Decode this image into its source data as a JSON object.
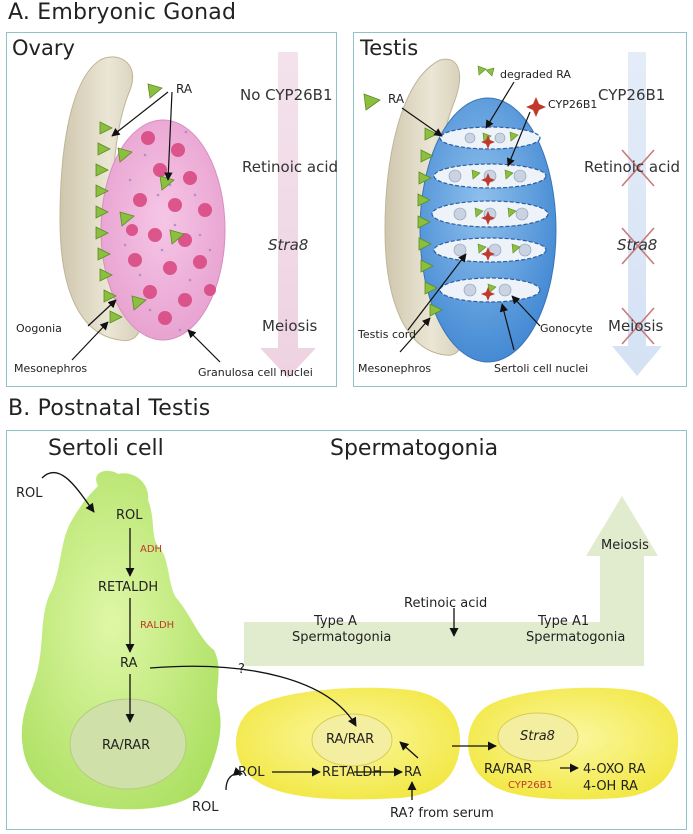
{
  "section_a": {
    "title": "A. Embryonic Gonad",
    "ovary": {
      "title": "Ovary",
      "ra_label": "RA",
      "side_labels": [
        "No CYP26B1",
        "Retinoic acid",
        "Stra8",
        "Meiosis"
      ],
      "oogonia": "Oogonia",
      "mesonephros": "Mesonephros",
      "granulosa": "Granulosa cell nuclei"
    },
    "testis": {
      "title": "Testis",
      "ra_label": "RA",
      "degraded_ra": "degraded RA",
      "cyp26b1_marker": "CYP26B1",
      "side_labels": [
        "CYP26B1",
        "Retinoic acid",
        "Stra8",
        "Meiosis"
      ],
      "testis_cord": "Testis cord",
      "mesonephros": "Mesonephros",
      "gonocyte": "Gonocyte",
      "sertoli_nuclei": "Sertoli cell nuclei"
    }
  },
  "section_b": {
    "title": "B. Postnatal Testis",
    "sertoli_title": "Sertoli cell",
    "sperm_title": "Spermatogonia",
    "rol_outside": "ROL",
    "sertoli": {
      "rol": "ROL",
      "adh": "ADH",
      "retaldh": "RETALDH",
      "raldh": "RALDH",
      "ra": "RA",
      "ra_rar": "RA/RAR"
    },
    "question": "?",
    "meiosis": "Meiosis",
    "retinoic_acid": "Retinoic acid",
    "type_a": [
      "Type A",
      "Spermatogonia"
    ],
    "type_a1": [
      "Type A1",
      "Spermatogonia"
    ],
    "cell1": {
      "ra_rar": "RA/RAR",
      "rol": "ROL",
      "retaldh": "RETALDH",
      "ra": "RA",
      "rol_outside": "ROL",
      "serum": "RA? from serum"
    },
    "cell2": {
      "stra8": "Stra8",
      "ra_rar": "RA/RAR",
      "cyp": "CYP26B1",
      "oxo": "4-OXO RA",
      "oh": "4-OH RA"
    }
  }
}
